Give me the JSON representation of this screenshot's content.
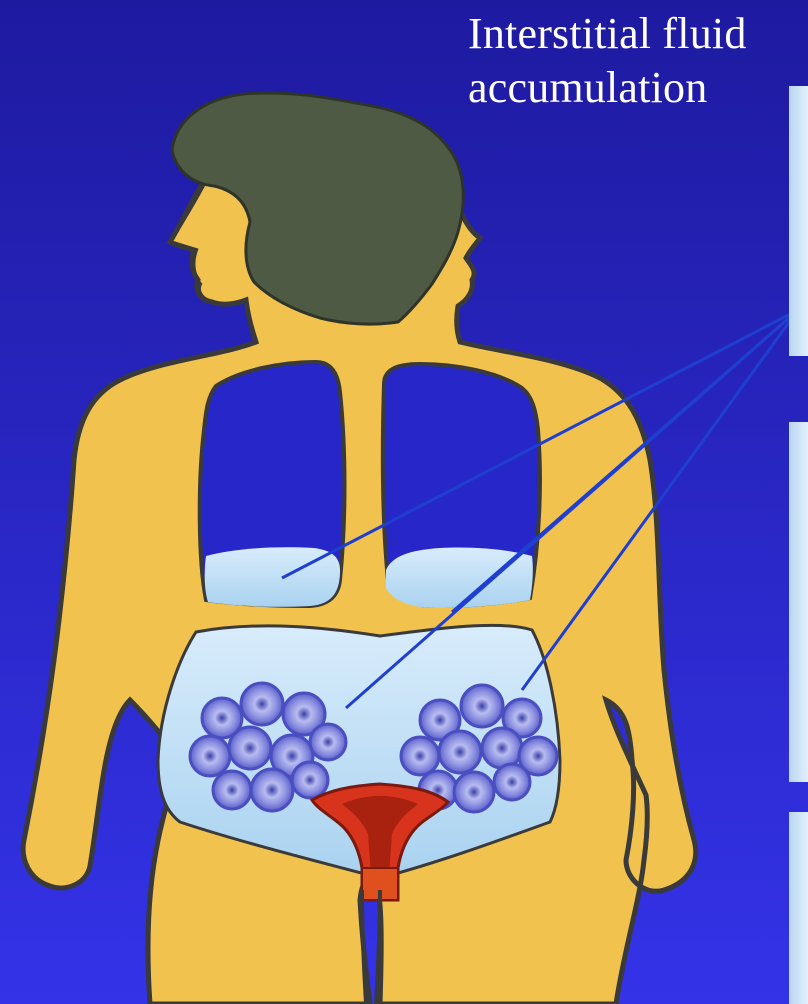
{
  "label": {
    "line1": "Interstitial fluid",
    "line2": "accumulation"
  },
  "colors": {
    "background_top": "#1e1aa0",
    "background_bottom": "#3433e8",
    "skin": "#f1c34e",
    "outline": "#3a3a3a",
    "hair": "#4e5a44",
    "fluid": "#bfe0f5",
    "cell": "#7b80d6",
    "uterus": "#d8331d",
    "pointer_line": "#1f3fd0",
    "label_text": "#ffffff"
  },
  "icons": [
    "female-body-figure",
    "lung-cavity",
    "ovary-cluster",
    "uterus",
    "pointer-lines"
  ]
}
